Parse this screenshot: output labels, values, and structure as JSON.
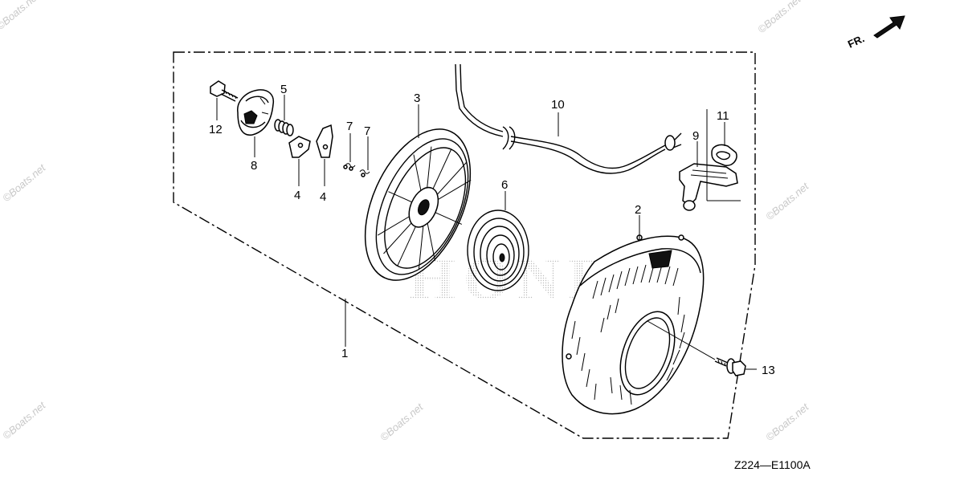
{
  "diagram": {
    "drawing_code": "Z224—E1100A",
    "direction_label": "FR.",
    "brand_watermark": "HONDA",
    "site_watermark": "©Boats.net",
    "callouts": [
      {
        "id": "c1",
        "label": "1"
      },
      {
        "id": "c2",
        "label": "2"
      },
      {
        "id": "c3",
        "label": "3"
      },
      {
        "id": "c4a",
        "label": "4"
      },
      {
        "id": "c4b",
        "label": "4"
      },
      {
        "id": "c5",
        "label": "5"
      },
      {
        "id": "c6",
        "label": "6"
      },
      {
        "id": "c7a",
        "label": "7"
      },
      {
        "id": "c7b",
        "label": "7"
      },
      {
        "id": "c8",
        "label": "8"
      },
      {
        "id": "c9",
        "label": "9"
      },
      {
        "id": "c10",
        "label": "10"
      },
      {
        "id": "c11",
        "label": "11"
      },
      {
        "id": "c12",
        "label": "12"
      },
      {
        "id": "c13",
        "label": "13"
      }
    ]
  }
}
